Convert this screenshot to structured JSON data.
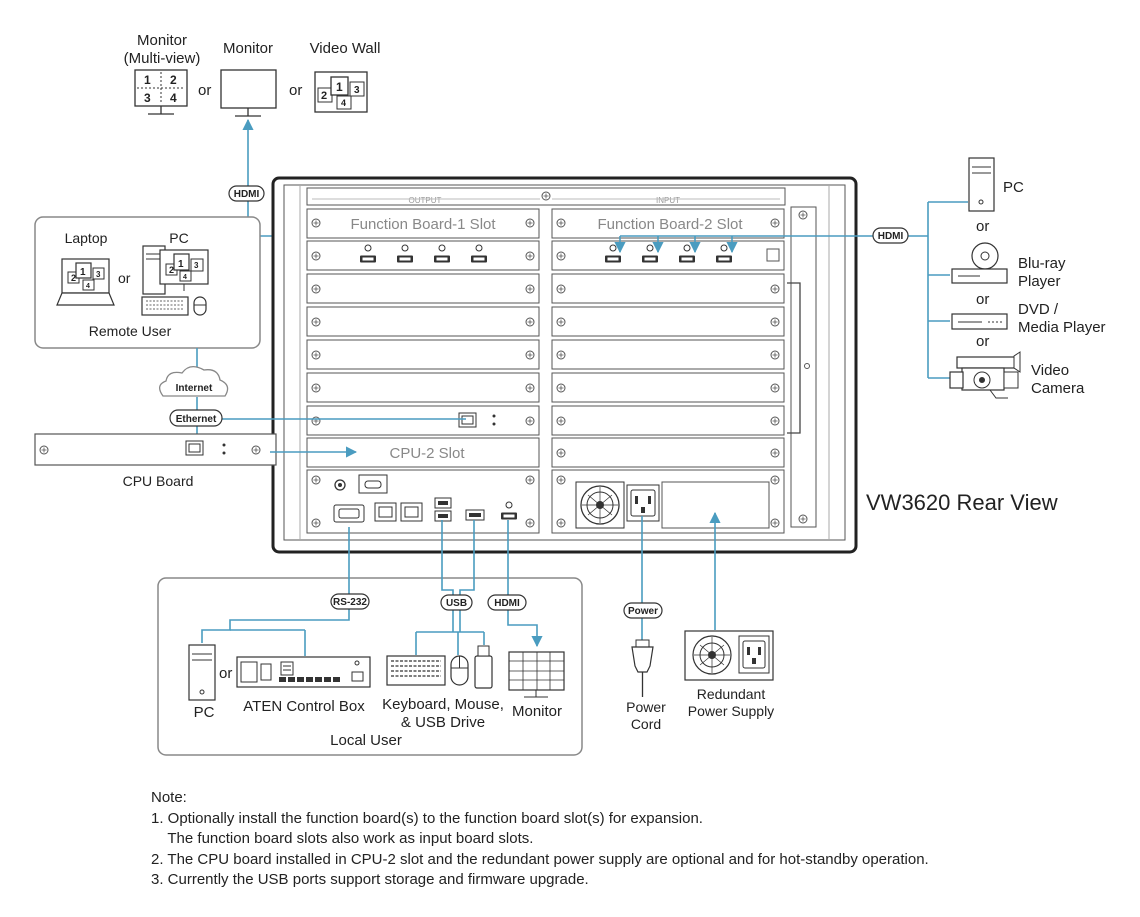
{
  "title": "VW3620 Rear View",
  "chassis": {
    "output_header": "OUTPUT",
    "input_header": "INPUT",
    "slot_function_1": "Function Board-1 Slot",
    "slot_function_2": "Function Board-2 Slot",
    "slot_cpu_2": "CPU-2 Slot"
  },
  "displays": {
    "multiview_label": "Monitor\n(Multi-view)",
    "multiview_cells": [
      "1",
      "2",
      "3",
      "4"
    ],
    "monitor_label": "Monitor",
    "videowall_label": "Video Wall",
    "videowall_cells": [
      "1",
      "2",
      "3",
      "4"
    ],
    "or": "or"
  },
  "remote_user": {
    "laptop_label": "Laptop",
    "pc_label": "PC",
    "screen_cells": [
      "1",
      "2",
      "3",
      "4"
    ],
    "or": "or",
    "group_label": "Remote User",
    "internet_label": "Internet",
    "ethernet_label": "Ethernet",
    "cpu_board_label": "CPU Board"
  },
  "sources": {
    "pc_label": "PC",
    "bluray_label": "Blu-ray\nPlayer",
    "dvd_label": "DVD /\nMedia Player",
    "camera_label": "Video\nCamera",
    "or": "or"
  },
  "connectors": {
    "hdmi": "HDMI",
    "rs232": "RS-232",
    "usb": "USB",
    "power": "Power"
  },
  "local_user": {
    "pc_label": "PC",
    "or": "or",
    "aten_label": "ATEN Control Box",
    "keyboard_label": "Keyboard, Mouse,\n& USB Drive",
    "monitor_label": "Monitor",
    "group_label": "Local User"
  },
  "power": {
    "power_cord_label": "Power\nCord",
    "redundant_label": "Redundant\nPower Supply"
  },
  "notes": {
    "heading": "Note:",
    "line1": "1. Optionally install the function board(s) to the function board slot(s) for expansion.",
    "line1b": "    The function board slots also work as input board slots.",
    "line2": "2. The CPU board installed in CPU-2 slot and the redundant power supply are optional and for hot-standby operation.",
    "line3": "3. Currently the USB ports support storage and firmware upgrade."
  },
  "colors": {
    "line_blue": "#4a9cc0",
    "outline": "#3a3a3a",
    "panel": "#f2f2f2"
  }
}
